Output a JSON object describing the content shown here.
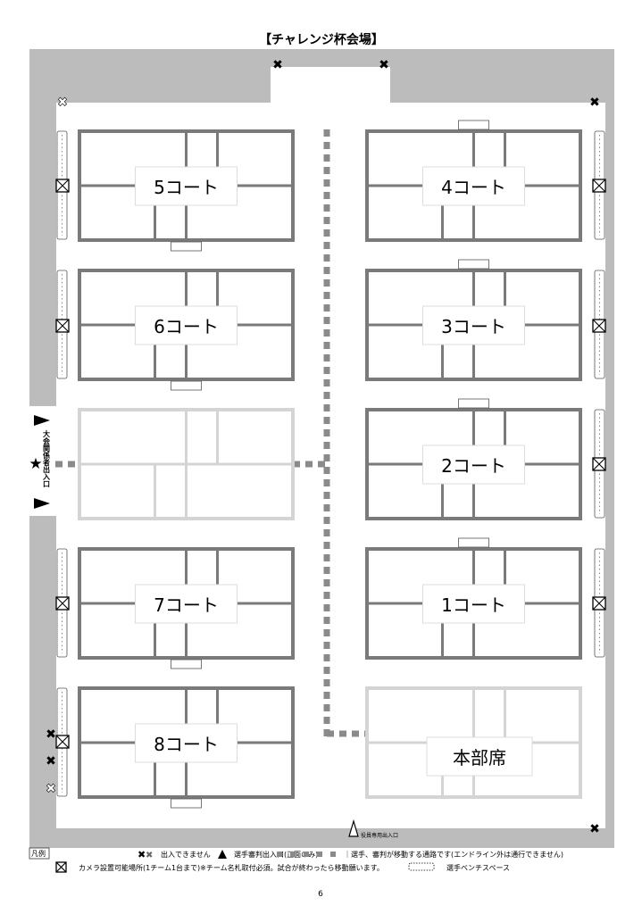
{
  "title": "【チャレンジ杯会場】",
  "courts": [
    {
      "label": "5コート",
      "side": "left",
      "row": 0,
      "active": true
    },
    {
      "label": "6コート",
      "side": "left",
      "row": 1,
      "active": true
    },
    {
      "label": "",
      "side": "left",
      "row": 2,
      "active": false
    },
    {
      "label": "7コート",
      "side": "left",
      "row": 3,
      "active": true
    },
    {
      "label": "8コート",
      "side": "left",
      "row": 4,
      "active": true
    },
    {
      "label": "4コート",
      "side": "right",
      "row": 0,
      "active": true
    },
    {
      "label": "3コート",
      "side": "right",
      "row": 1,
      "active": true
    },
    {
      "label": "2コート",
      "side": "right",
      "row": 2,
      "active": true
    },
    {
      "label": "1コート",
      "side": "right",
      "row": 3,
      "active": true
    },
    {
      "label": "本部席",
      "side": "right",
      "row": 4,
      "active": false
    }
  ],
  "entrances": {
    "staff_entrance": "大会関係者出入口",
    "officials_entrance": "役員専用出入口"
  },
  "legend": {
    "heading": "凡例",
    "no_entry": "出入できません",
    "player_entrance": "選手審判出入口(正面のみ)",
    "path": "｜選手、審判が移動する通路です(エンドライン外は通行できません)",
    "camera": "カメラ設置可能場所(1チーム1台まで)※チーム名札取付必須。試合が終わったら移動願います。",
    "bench": "選手ベンチスペース"
  },
  "page_number": "6",
  "colors": {
    "wall": "#bcbcbc",
    "court": "#7a7a7a",
    "court_inactive": "#d4d4d4",
    "path": "#8a8a8a"
  }
}
